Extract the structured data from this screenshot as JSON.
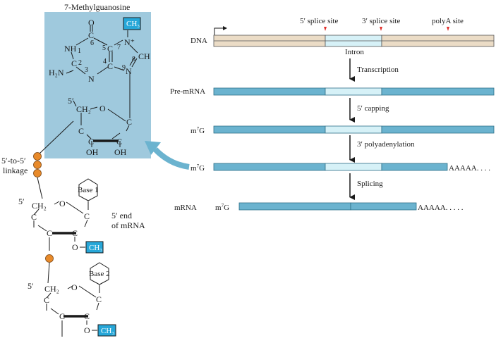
{
  "colors": {
    "panel": "#9fc9dd",
    "mrna": "#6bb3cf",
    "intron": "#d6f1f7",
    "dna": "#ebdcc6",
    "me": "#27a7d8",
    "bead": "#e88a2a",
    "splice_marker": "#e1302c"
  },
  "m7g": {
    "title": "7-Methylguanosine",
    "ch3": "CH₃",
    "ring": [
      "O",
      "C",
      "6",
      "NH",
      "1",
      "C",
      "2",
      "H₂N",
      "3",
      "N",
      "C",
      "4",
      "C",
      "5",
      "7",
      "N⁺",
      "C",
      "8",
      "H",
      "N",
      "9",
      "C",
      "H"
    ],
    "sugar_5": "5′",
    "ch2": "CH₂",
    "o": "O",
    "c": "C",
    "oh": "OH"
  },
  "linkage": {
    "line1": "5′-to-5′",
    "line2": "linkage"
  },
  "nuc1": {
    "prime": "5′",
    "ch2": "CH₂",
    "o": "O",
    "c": "C",
    "base": "Base 1",
    "ch3": "CH₃",
    "end1": "5′ end",
    "end2": "of mRNA"
  },
  "nuc2": {
    "prime": "5′",
    "ch2": "CH₂",
    "o": "O",
    "c": "C",
    "base": "Base 2",
    "ch3": "CH₃"
  },
  "pathway": {
    "splice5": "5′ splice site",
    "splice3": "3′ splice site",
    "polyA_site": "polyA site",
    "dna": "DNA",
    "intron": "Intron",
    "transcription": "Transcription",
    "pre_mrna": "Pre-mRNA",
    "capping": "5′ capping",
    "m7g_a": "m",
    "sup7": "7",
    "g": "G",
    "polyadenylation": "3′ polyadenylation",
    "splicing": "Splicing",
    "mrna": "mRNA",
    "tail": "AAAAA. . . .",
    "tail2": "AAAAA. . . . ."
  }
}
